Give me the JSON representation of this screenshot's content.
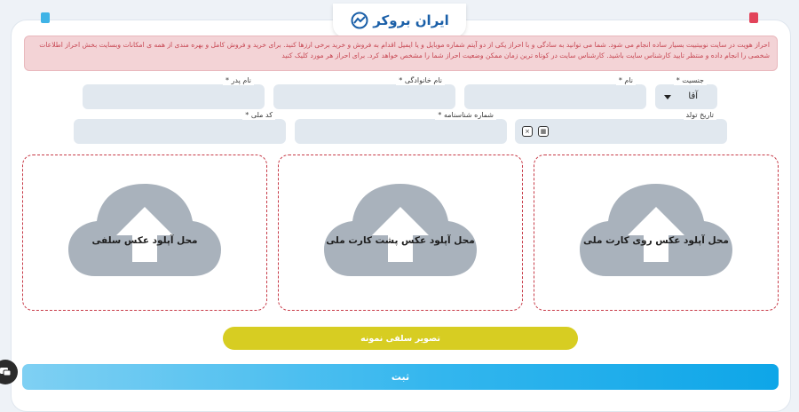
{
  "header": {
    "logo_text": "ایران بروکر",
    "logo_icon": "chart-trend-icon"
  },
  "alert": {
    "text": "احراز هویت در سایت نوبیتبیت بسیار ساده انجام می شود. شما می توانید به سادگی و با احراز یکی از دو آیتم شماره موبایل و یا ایمیل اقدام به فروش و خرید برخی ارزها کنید. برای خرید و فروش کامل و بهره مندی از همه ی امکانات وبسایت بخش احراز اطلاعات شخصی را انجام داده و منتظر تایید کارشناس سایت باشید. کارشناس سایت در کوتاه ترین زمان ممکن وضعیت احراز شما را مشخص خواهد کرد. برای احراز هر مورد کلیک کنید"
  },
  "form": {
    "gender": {
      "label": "جنسیت",
      "value": "آقا"
    },
    "first_name": {
      "label": "نام"
    },
    "last_name": {
      "label": "نام خانوادگی"
    },
    "father_name": {
      "label": "نام پدر"
    },
    "birth_date": {
      "label": "تاریخ تولد"
    },
    "id_number": {
      "label": "شماره شناسنامه"
    },
    "national_code": {
      "label": "کد ملی"
    },
    "required_mark": "*"
  },
  "uploads": [
    {
      "label": "محل آپلود عکس روی کارت ملی"
    },
    {
      "label": "محل آپلود عکس پشت کارت ملی"
    },
    {
      "label": "محل آپلود عکس سلفی"
    }
  ],
  "buttons": {
    "sample_selfie": "تصویر سلفی نمونه",
    "submit": "ثبت"
  },
  "colors": {
    "alert_bg": "#f3d3d6",
    "alert_text": "#c74551",
    "upload_border": "#c73a47",
    "cloud": "#a9b2bc",
    "sample_button": "#d7cd22",
    "submit_button": "#22b0ec"
  }
}
